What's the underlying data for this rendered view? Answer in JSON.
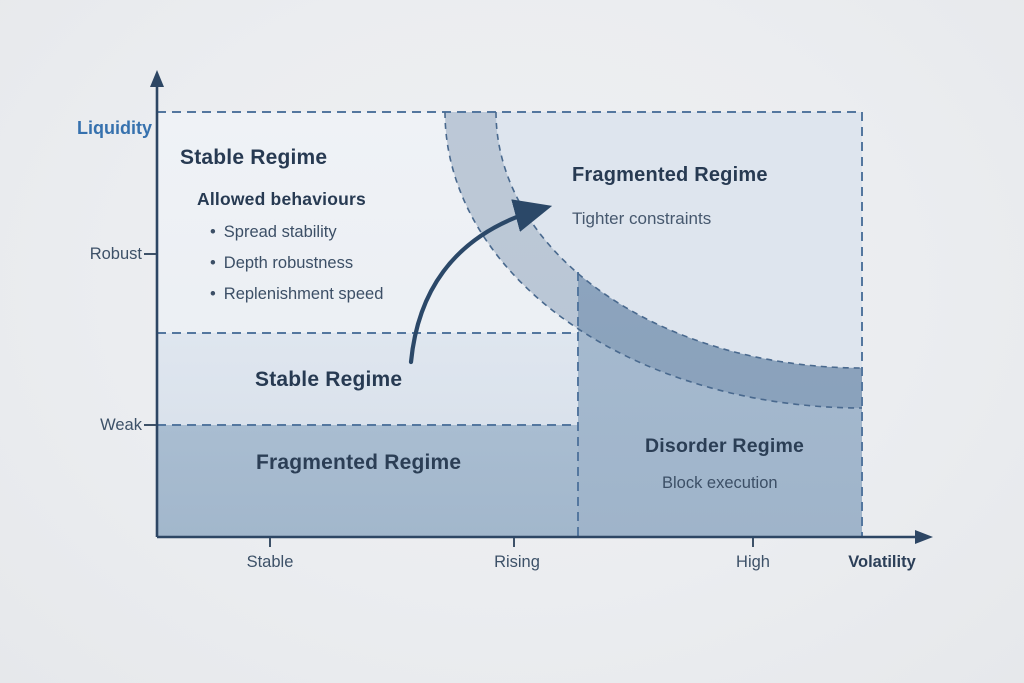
{
  "axes": {
    "y_label": "Liquidity",
    "y_ticks": [
      {
        "label": "Robust"
      },
      {
        "label": "Weak"
      }
    ],
    "x_ticks": [
      {
        "label": "Stable"
      },
      {
        "label": "Rising"
      },
      {
        "label": "High"
      }
    ],
    "x_label": "Volatility"
  },
  "regions": {
    "stable_upper": {
      "title": "Stable Regime",
      "subtitle": "Allowed behaviours",
      "bullets": [
        "Spread stability",
        "Depth robustness",
        "Replenishment speed"
      ]
    },
    "fragmented_upper": {
      "title": "Fragmented Regime",
      "subtitle": "Tighter constraints"
    },
    "stable_band": {
      "title": "Stable Regime"
    },
    "fragmented_band": {
      "title": "Fragmented Regime"
    },
    "disorder": {
      "title": "Disorder Regime",
      "subtitle": "Block execution"
    }
  },
  "ui": {
    "bullet_char": "•"
  },
  "colors": {
    "background": "#ebedf0",
    "axis": "#2d4664",
    "dashed_border": "#54779f",
    "arc_dash": "#49698e",
    "region_light_base": "#eef1f5",
    "region_stable_band": "#dde4ee",
    "region_fragmented_band": "#a6bace",
    "region_disorder": "#a2b7cd",
    "region_fragmented_upper": "#dee5ee",
    "transition_band_overlay": "rgba(90,120,156,0.34)",
    "arrow": "#2b4868",
    "heading_text": "#273a52",
    "body_text": "#3c4f66",
    "y_label_blue": "#3671ae"
  }
}
